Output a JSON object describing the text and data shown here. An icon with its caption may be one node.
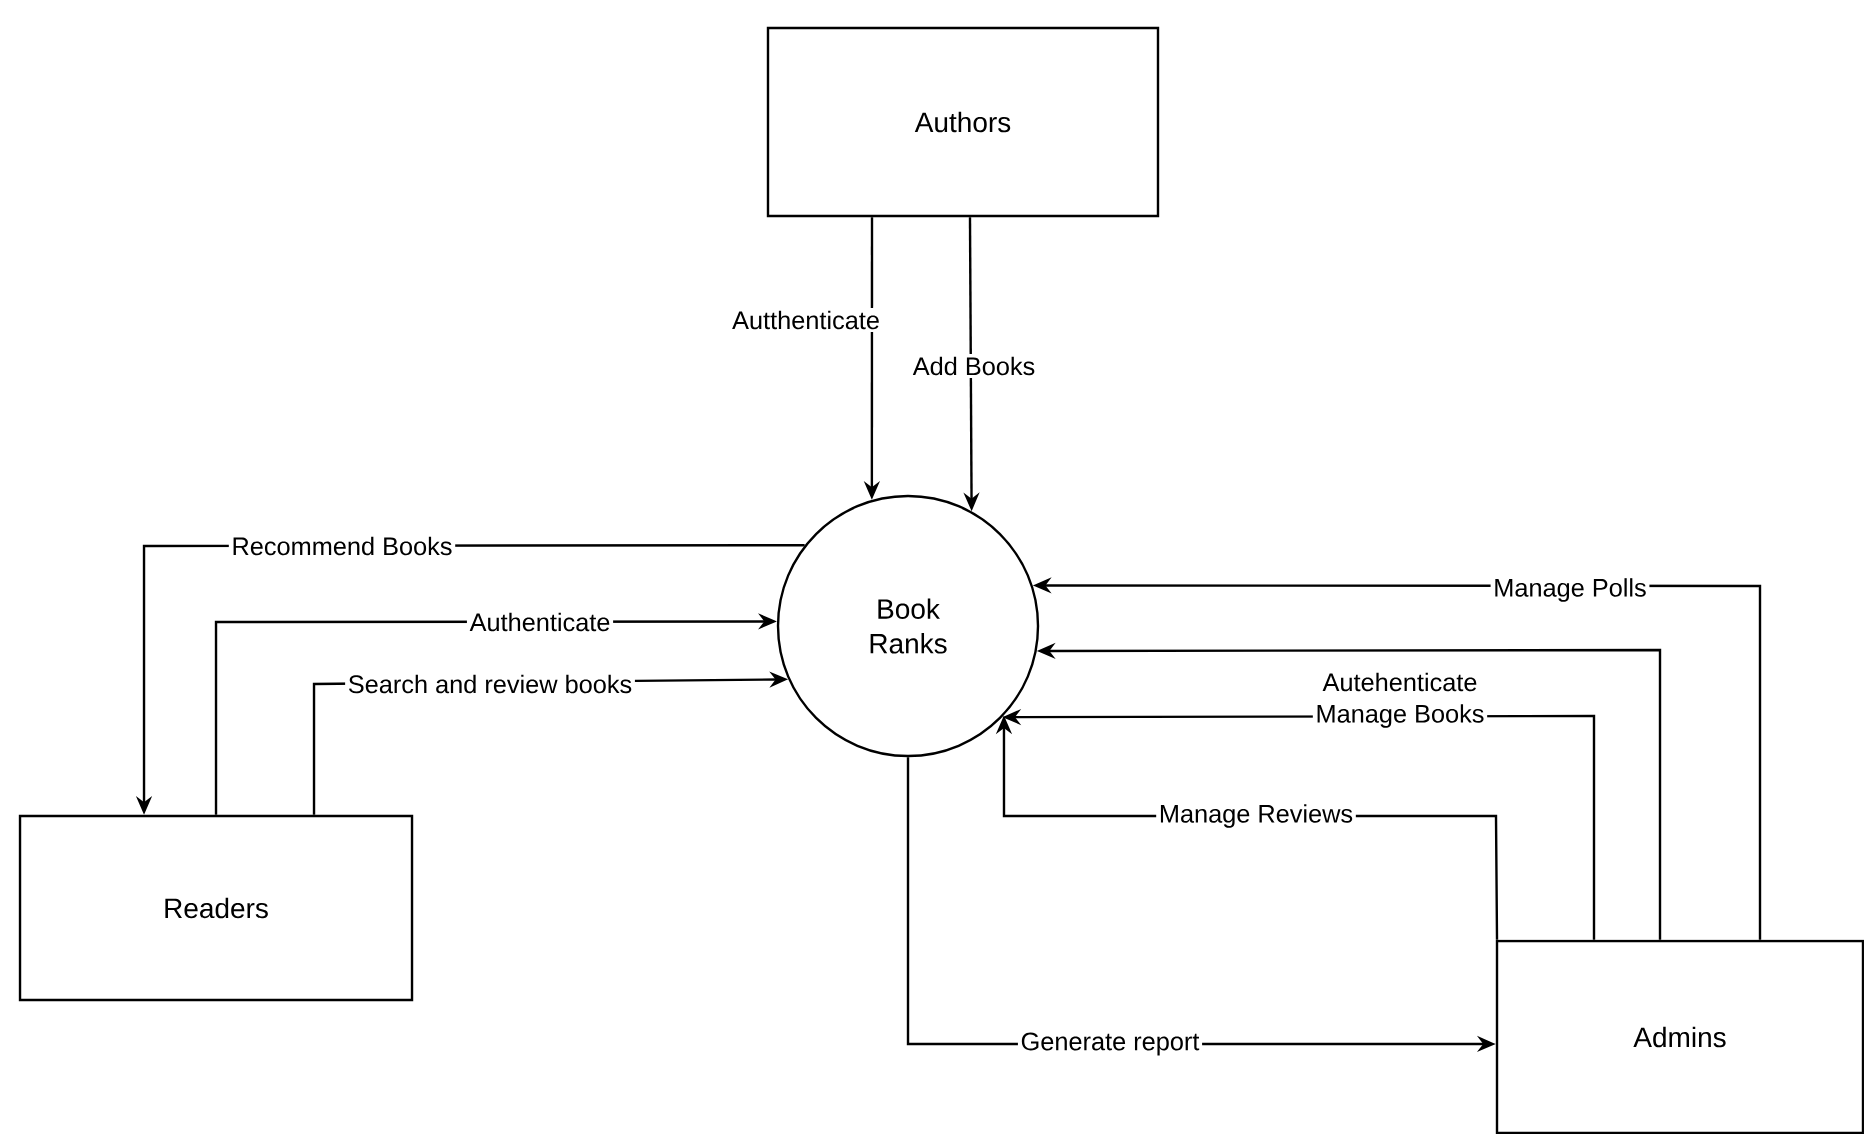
{
  "diagram": {
    "nodes": [
      {
        "text": [
          "Authors"
        ]
      },
      {
        "text": [
          "Book Ranks"
        ]
      },
      {
        "text": [
          "Readers"
        ]
      },
      {
        "text": [
          "Admins"
        ]
      }
    ],
    "edges": [
      {
        "from": 0,
        "to": 1,
        "arrow": "to",
        "label": "Autthenticate"
      },
      {
        "from": 0,
        "to": 1,
        "arrow": "to",
        "label": "Add Books"
      },
      {
        "from": 1,
        "to": 2,
        "arrow": "to",
        "label": "Recommend Books"
      },
      {
        "from": 2,
        "to": 1,
        "arrow": "to",
        "label": "Authenticate"
      },
      {
        "from": 2,
        "to": 1,
        "arrow": "to",
        "label": "Search and review books"
      },
      {
        "from": 3,
        "to": 1,
        "arrow": "to",
        "label": "Manage Polls"
      },
      {
        "from": 3,
        "to": 1,
        "arrow": "to",
        "label": "Autehenticate"
      },
      {
        "from": 3,
        "to": 1,
        "arrow": "to",
        "label": "Manage Books"
      },
      {
        "from": 3,
        "to": 1,
        "arrow": "to",
        "label": "Manage Reviews"
      },
      {
        "from": 1,
        "to": 3,
        "arrow": "to",
        "label": "Generate report"
      }
    ]
  }
}
